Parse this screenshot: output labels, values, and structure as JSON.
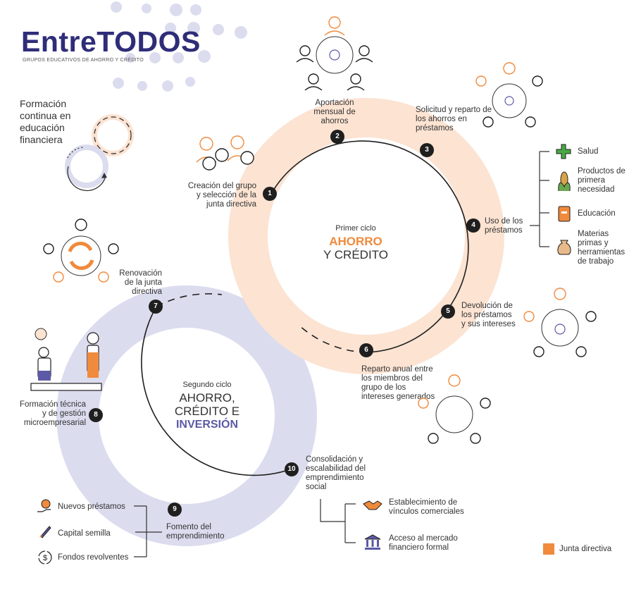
{
  "brand": {
    "name": "EntreTODOS",
    "tagline": "GRUPOS EDUCATIVOS DE AHORRO Y CRÉDITO"
  },
  "colors": {
    "orange": "#f08a3c",
    "peach": "#fce3d2",
    "lavender": "#dcdcef",
    "navy": "#2f2d78",
    "purple": "#5c5aa6",
    "dark": "#1f1f1f"
  },
  "formation": {
    "label": "Formación continua en educación financiera"
  },
  "cycle1": {
    "line1": "Primer ciclo",
    "line2": "AHORRO",
    "line3": "Y CRÉDITO"
  },
  "cycle2": {
    "line1": "Segundo ciclo",
    "line2": "AHORRO,",
    "line3": "CRÉDITO E",
    "line4": "INVERSIÓN"
  },
  "steps": [
    {
      "num": "1",
      "label": "Creación del grupo y selección de la junta directiva"
    },
    {
      "num": "2",
      "label": "Aportación mensual de ahorros"
    },
    {
      "num": "3",
      "label": "Solicitud y reparto de los ahorros en préstamos"
    },
    {
      "num": "4",
      "label": "Uso de los préstamos"
    },
    {
      "num": "5",
      "label": "Devolución de los préstamos y sus intereses"
    },
    {
      "num": "6",
      "label": "Reparto anual entre los miembros del grupo de los intereses generados"
    },
    {
      "num": "7",
      "label": "Renovación de la junta directiva"
    },
    {
      "num": "8",
      "label": "Formación técnica y de gestión microempresarial"
    },
    {
      "num": "9",
      "label": "Fomento del emprendimiento"
    },
    {
      "num": "10",
      "label": "Consolidación y escalabilidad del emprendimiento social"
    }
  ],
  "loan_uses": [
    {
      "label": "Salud",
      "icon": "health-cross-icon"
    },
    {
      "label": "Productos de primera necesidad",
      "icon": "corn-icon"
    },
    {
      "label": "Educación",
      "icon": "book-icon"
    },
    {
      "label": "Materias primas y herramientas de trabajo",
      "icon": "sack-icon"
    }
  ],
  "entrepreneurship": [
    {
      "label": "Nuevos préstamos",
      "icon": "money-hand-icon"
    },
    {
      "label": "Capital semilla",
      "icon": "rocket-icon"
    },
    {
      "label": "Fondos revolventes",
      "icon": "revolving-dollar-icon"
    }
  ],
  "consolidation": [
    {
      "label": "Establecimiento de vínculos comerciales",
      "icon": "handshake-icon"
    },
    {
      "label": "Acceso al mercado financiero formal",
      "icon": "bank-icon"
    }
  ],
  "legend": {
    "label": "Junta directiva",
    "color": "#f08a3c"
  }
}
